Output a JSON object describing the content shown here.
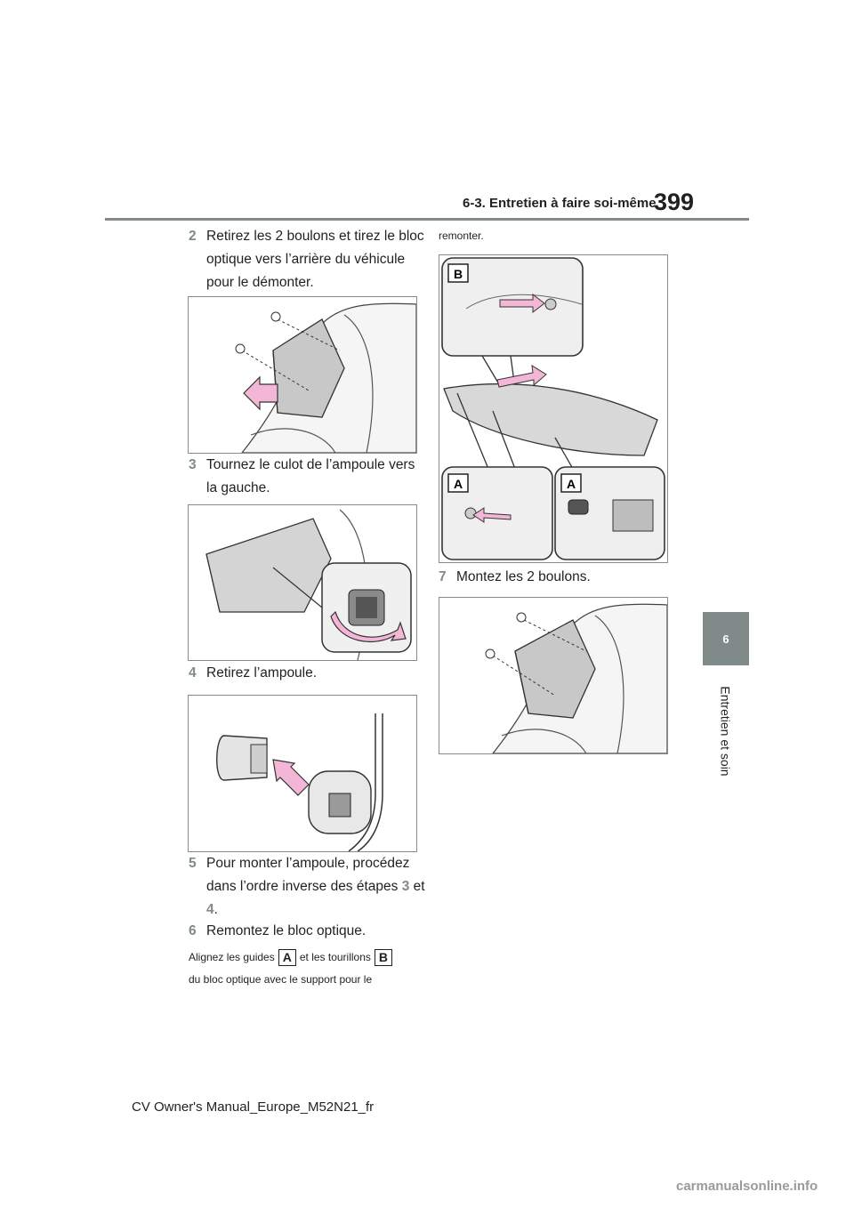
{
  "header": {
    "section": "6-3. Entretien à faire soi-même",
    "page_number": "399"
  },
  "side_tab": {
    "chapter_number": "6",
    "chapter_label": "Entretien et soin"
  },
  "steps": [
    {
      "num": "2",
      "text": "Retirez les 2 boulons et tirez le bloc optique vers l’arrière du véhicule pour le démonter."
    },
    {
      "num": "3",
      "text": "Tournez le culot de l’ampoule vers la gauche."
    },
    {
      "num": "4",
      "text": "Retirez l’ampoule."
    },
    {
      "num": "5",
      "text_before": "Pour monter l’ampoule, procédez dans l’ordre inverse des étapes",
      "ref1": "3",
      "mid": "et",
      "ref2": "4",
      "end": "."
    },
    {
      "num": "6",
      "text": "Remontez le bloc optique."
    },
    {
      "num": "7",
      "text": "Montez les 2 boulons."
    }
  ],
  "note": {
    "part1": "Alignez les guides",
    "badge_a": "A",
    "part2": "et les tourillons",
    "badge_b": "B",
    "part3": "du bloc optique avec le support pour le",
    "continued": "remonter."
  },
  "footer": "CV Owner's Manual_Europe_M52N21_fr",
  "watermark": "carmanualsonline.info",
  "colors": {
    "accent_gray": "#7f8a89",
    "text": "#231f20",
    "arrow_pink": "#f3b6d6"
  }
}
